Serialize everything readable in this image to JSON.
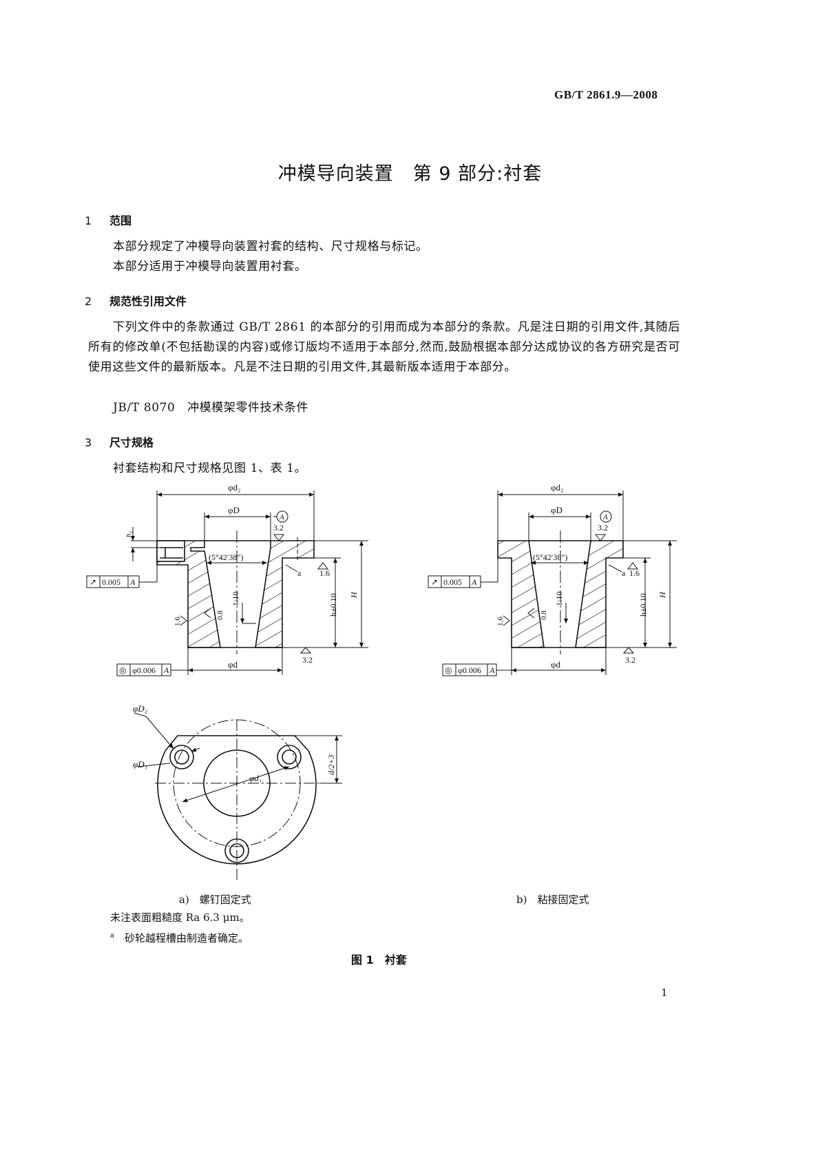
{
  "header": {
    "standard_number": "GB/T 2861.9—2008"
  },
  "title": "冲模导向装置　第 9 部分:衬套",
  "sections": [
    {
      "number": "1",
      "heading": "范围",
      "paragraphs": [
        "本部分规定了冲模导向装置衬套的结构、尺寸规格与标记。",
        "本部分适用于冲模导向装置用衬套。"
      ]
    },
    {
      "number": "2",
      "heading": "规范性引用文件",
      "paragraphs": [
        "下列文件中的条款通过 GB/T 2861 的本部分的引用而成为本部分的条款。凡是注日期的引用文件,其随后所有的修改单(不包括勘误的内容)或修订版均不适用于本部分,然而,鼓励根据本部分达成协议的各方研究是否可使用这些文件的最新版本。凡是不注日期的引用文件,其最新版本适用于本部分。"
      ],
      "reference": {
        "code": "JB/T 8070",
        "name": "冲模模架零件技术条件"
      }
    },
    {
      "number": "3",
      "heading": "尺寸规格",
      "paragraphs": [
        "衬套结构和尺寸规格见图 1、表 1。"
      ]
    }
  ],
  "figure": {
    "labels": {
      "phi_d2": "φd₂",
      "phi_D": "φD",
      "phi_d": "φd",
      "datum": "A",
      "rough_32": "3.2",
      "rough_16": "1.6",
      "rough_08": "0.8",
      "angle": "(5°42′38″)",
      "taper": "1:10",
      "h_tol": "h±0.10",
      "H": "H",
      "h1": "h₁",
      "note_a": "a",
      "runout_tol": "0.005",
      "concentric_tol": "φ0.006",
      "phi_D2": "φD₂",
      "phi_D1": "φD₁",
      "phi_d1": "φd₁",
      "d_half": "d/2+3"
    },
    "caption_a": "a)　螺钉固定式",
    "caption_b": "b)　粘接固定式",
    "note_roughness": "未注表面粗糙度 Ra 6.3 μm。",
    "footnote_mark": "a",
    "footnote": "砂轮越程槽由制造者确定。",
    "title": "图 1　衬套"
  },
  "page_number": "1"
}
